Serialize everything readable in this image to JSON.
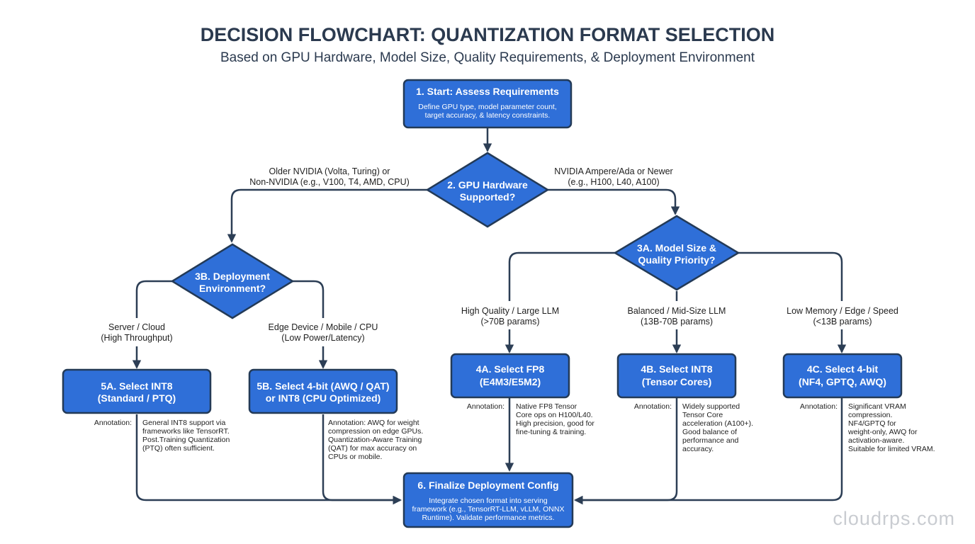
{
  "title": "DECISION FLOWCHART: QUANTIZATION FORMAT SELECTION",
  "subtitle": "Based on GPU Hardware, Model Size, Quality Requirements, & Deployment Environment",
  "watermark": "cloudrps.com",
  "colors": {
    "node_fill": "#2f6fd8",
    "node_border": "#233a57",
    "edge": "#2c3e55",
    "text_dark": "#2b3a4f"
  },
  "nodes": {
    "start": {
      "title": "1. Start: Assess Requirements",
      "desc": [
        "Define GPU type, model parameter count,",
        "target accuracy, & latency constraints."
      ]
    },
    "gpu": {
      "title": [
        "2. GPU Hardware",
        "Supported?"
      ]
    },
    "model_size": {
      "title": [
        "3A. Model Size &",
        "Quality Priority?"
      ]
    },
    "deployment": {
      "title": [
        "3B. Deployment",
        "Environment?"
      ]
    },
    "fp8": {
      "title": [
        "4A. Select FP8",
        "(E4M3/E5M2)"
      ]
    },
    "int8_tc": {
      "title": [
        "4B. Select INT8",
        "(Tensor Cores)"
      ]
    },
    "fourbit": {
      "title": [
        "4C. Select 4-bit",
        "(NF4, GPTQ, AWQ)"
      ]
    },
    "int8_std": {
      "title": [
        "5A. Select INT8",
        "(Standard / PTQ)"
      ]
    },
    "fourbit_cpu": {
      "title": [
        "5B. Select 4-bit (AWQ / QAT)",
        "or INT8 (CPU Optimized)"
      ]
    },
    "finalize": {
      "title": "6. Finalize Deployment Config",
      "desc": [
        "Integrate chosen format into serving",
        "framework (e.g., TensorRT-LLM, vLLM, ONNX",
        "Runtime). Validate performance metrics."
      ]
    }
  },
  "edge_labels": {
    "older": [
      "Older NVIDIA (Volta, Turing) or",
      "Non-NVIDIA (e.g., V100, T4, AMD, CPU)"
    ],
    "newer": [
      "NVIDIA Ampere/Ada or Newer",
      "(e.g., H100, L40, A100)"
    ],
    "server": [
      "Server / Cloud",
      "(High Throughput)"
    ],
    "edge_dev": [
      "Edge Device / Mobile / CPU",
      "(Low Power/Latency)"
    ],
    "high_quality": [
      "High Quality / Large LLM",
      "(>70B params)"
    ],
    "balanced": [
      "Balanced / Mid-Size LLM",
      "(13B-70B params)"
    ],
    "low_memory": [
      "Low Memory / Edge / Speed",
      "(<13B params)"
    ]
  },
  "annotations": {
    "label": "Annotation:",
    "int8_std": [
      "General INT8 support via",
      "frameworks like TensorRT.",
      "Post.Training Quantization",
      "(PTQ) often sufficient."
    ],
    "fourbit_cpu": [
      "Annotation: AWQ for weight",
      "compression on edge GPUs.",
      "Quantization-Aware Training",
      "(QAT) for max accuracy on",
      "CPUs or mobile."
    ],
    "fp8": [
      "Native FP8 Tensor",
      "Core ops on H100/L40.",
      "High precision, good for",
      "fine-tuning & training."
    ],
    "int8_tc": [
      "Widely supported",
      "Tensor Core",
      "acceleration (A100+).",
      "Good balance of",
      "performance and",
      "accuracy."
    ],
    "fourbit": [
      "Significant VRAM",
      "compression.",
      "NF4/GPTQ for",
      "weight-only, AWQ for",
      "activation-aware.",
      "Suitable for limited VRAM."
    ]
  }
}
